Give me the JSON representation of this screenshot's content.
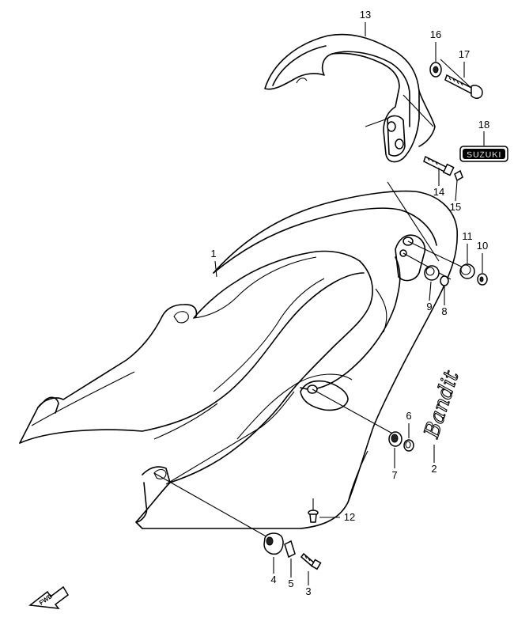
{
  "diagram": {
    "callouts": [
      {
        "id": "1",
        "label": "1"
      },
      {
        "id": "2",
        "label": "2"
      },
      {
        "id": "3",
        "label": "3"
      },
      {
        "id": "4",
        "label": "4"
      },
      {
        "id": "5",
        "label": "5"
      },
      {
        "id": "6",
        "label": "6"
      },
      {
        "id": "7",
        "label": "7"
      },
      {
        "id": "8",
        "label": "8"
      },
      {
        "id": "9",
        "label": "9"
      },
      {
        "id": "10",
        "label": "10"
      },
      {
        "id": "11",
        "label": "11"
      },
      {
        "id": "12",
        "label": "12"
      },
      {
        "id": "13",
        "label": "13"
      },
      {
        "id": "14",
        "label": "14"
      },
      {
        "id": "15",
        "label": "15"
      },
      {
        "id": "16",
        "label": "16"
      },
      {
        "id": "17",
        "label": "17"
      },
      {
        "id": "18",
        "label": "18"
      }
    ],
    "emblem_text": "SUZUKI",
    "script_logo_text": "Bandit",
    "direction_text": "FWD"
  }
}
